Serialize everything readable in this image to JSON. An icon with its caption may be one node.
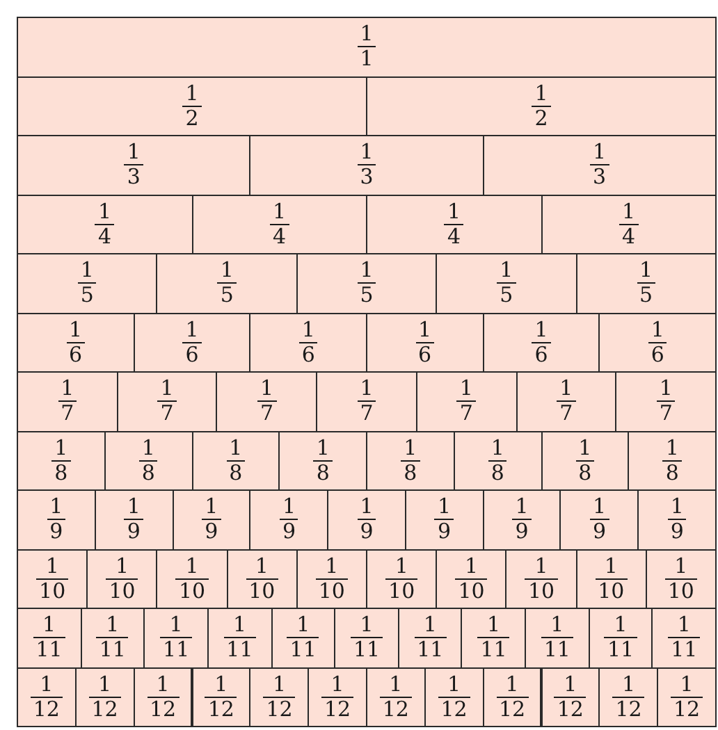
{
  "diagram": {
    "nodes": [
      {
        "text": [
          "1",
          "1"
        ]
      },
      {
        "text": [
          "1",
          "2"
        ]
      },
      {
        "text": [
          "1",
          "2"
        ]
      },
      {
        "text": [
          "1",
          "3"
        ]
      },
      {
        "text": [
          "1",
          "3"
        ]
      },
      {
        "text": [
          "1",
          "3"
        ]
      },
      {
        "text": [
          "1",
          "4"
        ]
      },
      {
        "text": [
          "1",
          "4"
        ]
      },
      {
        "text": [
          "1",
          "4"
        ]
      },
      {
        "text": [
          "1",
          "4"
        ]
      },
      {
        "text": [
          "1",
          "5"
        ]
      },
      {
        "text": [
          "1",
          "5"
        ]
      },
      {
        "text": [
          "1",
          "5"
        ]
      },
      {
        "text": [
          "1",
          "5"
        ]
      },
      {
        "text": [
          "1",
          "5"
        ]
      },
      {
        "text": [
          "1",
          "6"
        ]
      },
      {
        "text": [
          "1",
          "6"
        ]
      },
      {
        "text": [
          "1",
          "6"
        ]
      },
      {
        "text": [
          "1",
          "6"
        ]
      },
      {
        "text": [
          "1",
          "6"
        ]
      },
      {
        "text": [
          "1",
          "6"
        ]
      },
      {
        "text": [
          "1",
          "7"
        ]
      },
      {
        "text": [
          "1",
          "7"
        ]
      },
      {
        "text": [
          "1",
          "7"
        ]
      },
      {
        "text": [
          "1",
          "7"
        ]
      },
      {
        "text": [
          "1",
          "7"
        ]
      },
      {
        "text": [
          "1",
          "7"
        ]
      },
      {
        "text": [
          "1",
          "7"
        ]
      },
      {
        "text": [
          "1",
          "8"
        ]
      },
      {
        "text": [
          "1",
          "8"
        ]
      },
      {
        "text": [
          "1",
          "8"
        ]
      },
      {
        "text": [
          "1",
          "8"
        ]
      },
      {
        "text": [
          "1",
          "8"
        ]
      },
      {
        "text": [
          "1",
          "8"
        ]
      },
      {
        "text": [
          "1",
          "8"
        ]
      },
      {
        "text": [
          "1",
          "8"
        ]
      },
      {
        "text": [
          "1",
          "9"
        ]
      },
      {
        "text": [
          "1",
          "9"
        ]
      },
      {
        "text": [
          "1",
          "9"
        ]
      },
      {
        "text": [
          "1",
          "9"
        ]
      },
      {
        "text": [
          "1",
          "9"
        ]
      },
      {
        "text": [
          "1",
          "9"
        ]
      },
      {
        "text": [
          "1",
          "9"
        ]
      },
      {
        "text": [
          "1",
          "9"
        ]
      },
      {
        "text": [
          "1",
          "9"
        ]
      },
      {
        "text": [
          "1",
          "10"
        ]
      },
      {
        "text": [
          "1",
          "10"
        ]
      },
      {
        "text": [
          "1",
          "10"
        ]
      },
      {
        "text": [
          "1",
          "10"
        ]
      },
      {
        "text": [
          "1",
          "10"
        ]
      },
      {
        "text": [
          "1",
          "10"
        ]
      },
      {
        "text": [
          "1",
          "10"
        ]
      },
      {
        "text": [
          "1",
          "10"
        ]
      },
      {
        "text": [
          "1",
          "10"
        ]
      },
      {
        "text": [
          "1",
          "10"
        ]
      },
      {
        "text": [
          "1",
          "11"
        ]
      },
      {
        "text": [
          "1",
          "11"
        ]
      },
      {
        "text": [
          "1",
          "11"
        ]
      },
      {
        "text": [
          "1",
          "11"
        ]
      },
      {
        "text": [
          "1",
          "11"
        ]
      },
      {
        "text": [
          "1",
          "11"
        ]
      },
      {
        "text": [
          "1",
          "11"
        ]
      },
      {
        "text": [
          "1",
          "11"
        ]
      },
      {
        "text": [
          "1",
          "11"
        ]
      },
      {
        "text": [
          "1",
          "11"
        ]
      },
      {
        "text": [
          "1",
          "11"
        ]
      },
      {
        "text": [
          "1",
          "12"
        ]
      },
      {
        "text": [
          "1",
          "12"
        ]
      },
      {
        "text": [
          "1",
          "12"
        ]
      },
      {
        "text": [
          "1",
          "12"
        ]
      },
      {
        "text": [
          "1",
          "12"
        ]
      },
      {
        "text": [
          "1",
          "12"
        ]
      },
      {
        "text": [
          "1",
          "12"
        ]
      },
      {
        "text": [
          "1",
          "12"
        ]
      },
      {
        "text": [
          "1",
          "12"
        ]
      },
      {
        "text": [
          "1",
          "12"
        ]
      },
      {
        "text": [
          "1",
          "12"
        ]
      },
      {
        "text": [
          "1",
          "12"
        ]
      }
    ]
  }
}
